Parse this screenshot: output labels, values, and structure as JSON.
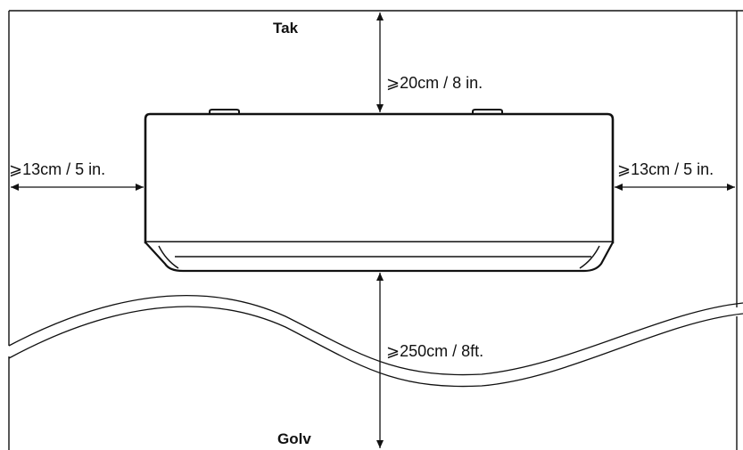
{
  "labels": {
    "ceiling": "Tak",
    "floor": "Golv",
    "top_clearance": "⩾20cm / 8 in.",
    "left_clearance": "⩾13cm / 5 in.",
    "right_clearance": "⩾13cm / 5 in.",
    "floor_clearance": "⩾250cm / 8ft."
  },
  "colors": {
    "line": "#111111",
    "background": "#ffffff"
  }
}
